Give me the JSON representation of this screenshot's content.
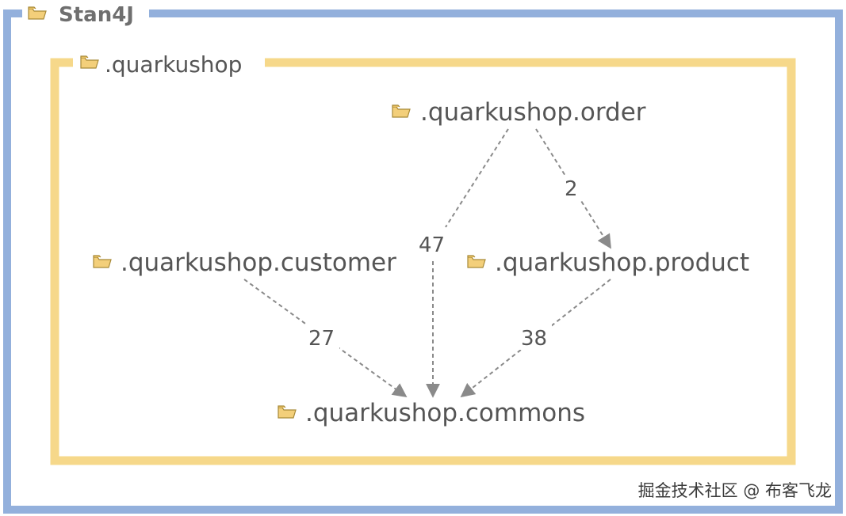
{
  "containers": {
    "outer": {
      "label": "Stan4J",
      "color": "#93b0dc"
    },
    "inner": {
      "label": ".quarkushop",
      "color": "#f6d88a"
    }
  },
  "nodes": {
    "order": ".quarkushop.order",
    "customer": ".quarkushop.customer",
    "product": ".quarkushop.product",
    "commons": ".quarkushop.commons"
  },
  "edges": [
    {
      "from": "order",
      "to": "product",
      "count": "2"
    },
    {
      "from": "order",
      "to": "commons",
      "count": "47"
    },
    {
      "from": "customer",
      "to": "commons",
      "count": "27"
    },
    {
      "from": "product",
      "to": "commons",
      "count": "38"
    }
  ],
  "folder_icon": "open-folder-icon",
  "watermark": "掘金技术社区 @ 布客飞龙"
}
